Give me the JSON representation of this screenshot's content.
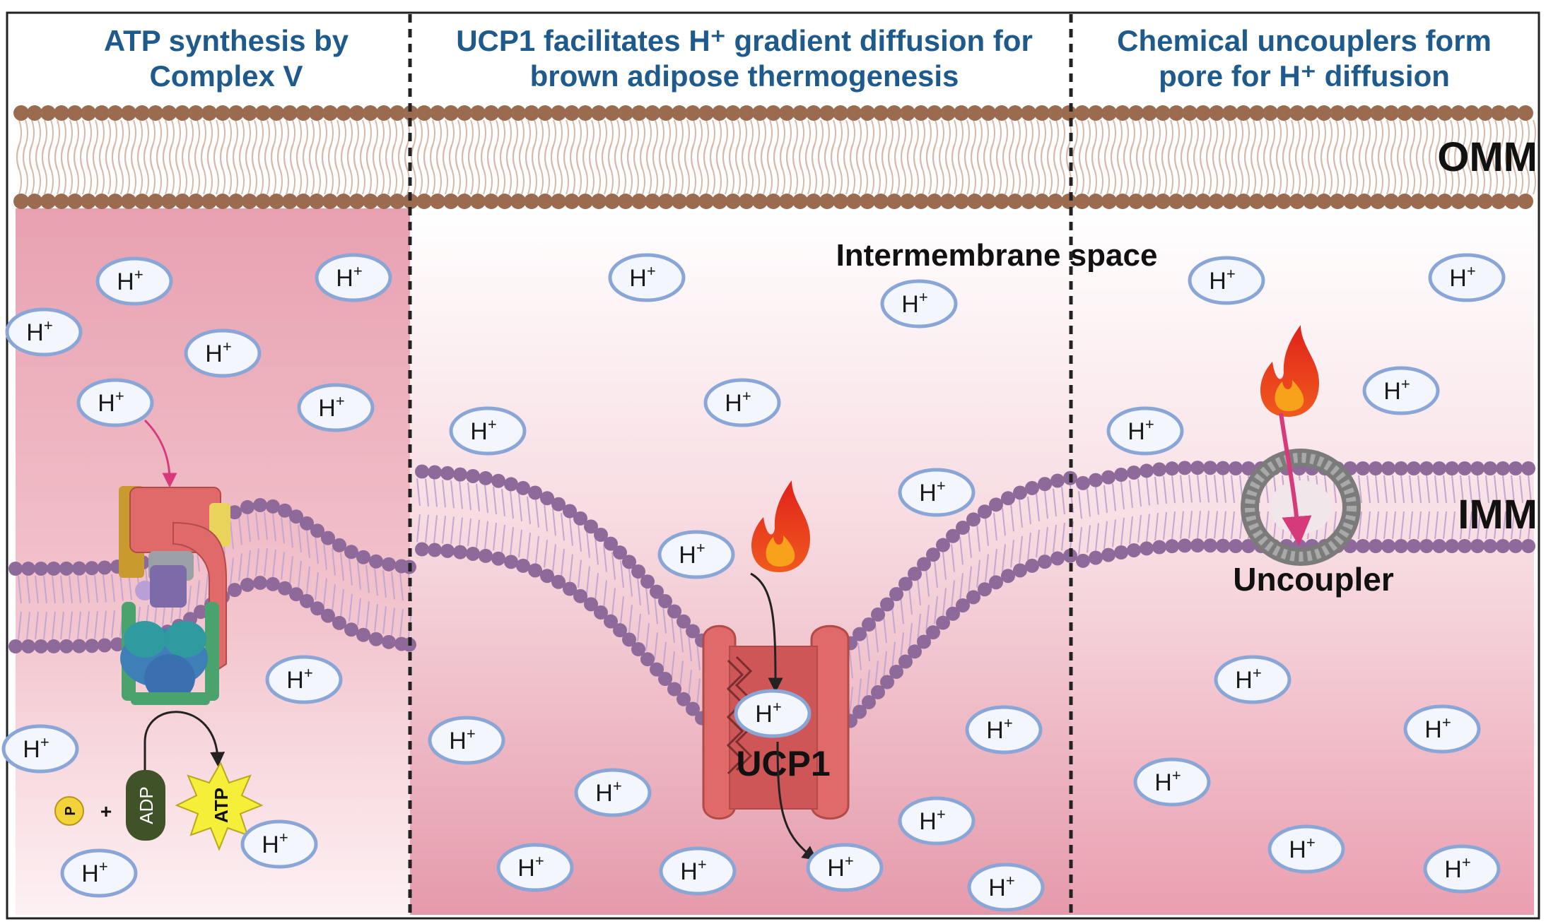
{
  "panels": [
    {
      "title_line1": "ATP synthesis by",
      "title_line2": "Complex V"
    },
    {
      "title_line1": "UCP1 facilitates H⁺ gradient diffusion for",
      "title_line2": "brown adipose thermogenesis"
    },
    {
      "title_line1": "Chemical uncouplers form",
      "title_line2": "pore for H⁺ diffusion"
    }
  ],
  "labels": {
    "omm": "OMM",
    "imm": "IMM",
    "intermembrane_space": "Intermembrane space",
    "ucp1": "UCP1",
    "uncoupler": "Uncoupler",
    "adp": "ADP",
    "atp": "ATP",
    "phosphate": "P",
    "plus": "+"
  },
  "ion": {
    "base": "H",
    "sup": "+"
  },
  "colors": {
    "title": "#1f5a8c",
    "membrane_head_outer": "#9b6b4f",
    "membrane_head_inner": "#8e6a9a",
    "ion_border": "#8aa6d6",
    "matrix_pink": "#e9a6b4",
    "ucp1_red": "#e06a6a",
    "arrow_magenta": "#d63a7a"
  },
  "icons": [
    "flame-icon",
    "complex-v-icon",
    "ucp1-channel-icon",
    "uncoupler-pore-icon"
  ]
}
